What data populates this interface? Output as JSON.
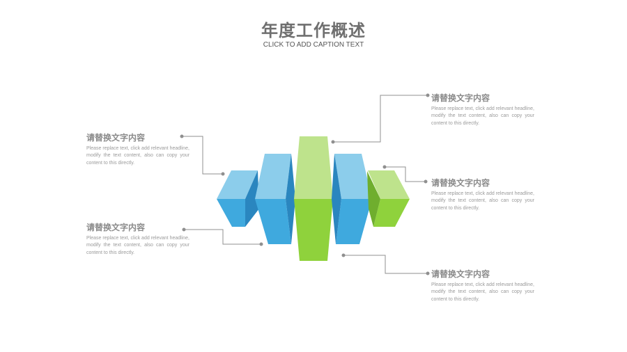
{
  "title": "年度工作概述",
  "subtitle": "CLICK TO ADD CAPTION TEXT",
  "callouts": [
    {
      "heading": "请替换文字内容",
      "body": "Please replace text, click add relevant headline, modify the text content, also can copy your content to this directly."
    },
    {
      "heading": "请替换文字内容",
      "body": "Please replace text, click add relevant headline, modify the text content, also can copy your content to this directly."
    },
    {
      "heading": "请替换文字内容",
      "body": "Please replace text, click add relevant headline, modify the text content, also can copy your content to this directly."
    },
    {
      "heading": "请替换文字内容",
      "body": "Please replace text, click add relevant headline, modify the text content, also can copy your content to this directly."
    },
    {
      "heading": "请替换文字内容",
      "body": "Please replace text, click add relevant headline, modify the text content, also can copy your content to this directly."
    }
  ],
  "colors": {
    "blue_light": "#8ccdeb",
    "blue_mid": "#3fa9de",
    "blue_dark": "#2a86bf",
    "green_light": "#bee38c",
    "green_mid": "#8fd23c",
    "green_dark": "#6fae2e",
    "connector": "#8f8f8f"
  }
}
